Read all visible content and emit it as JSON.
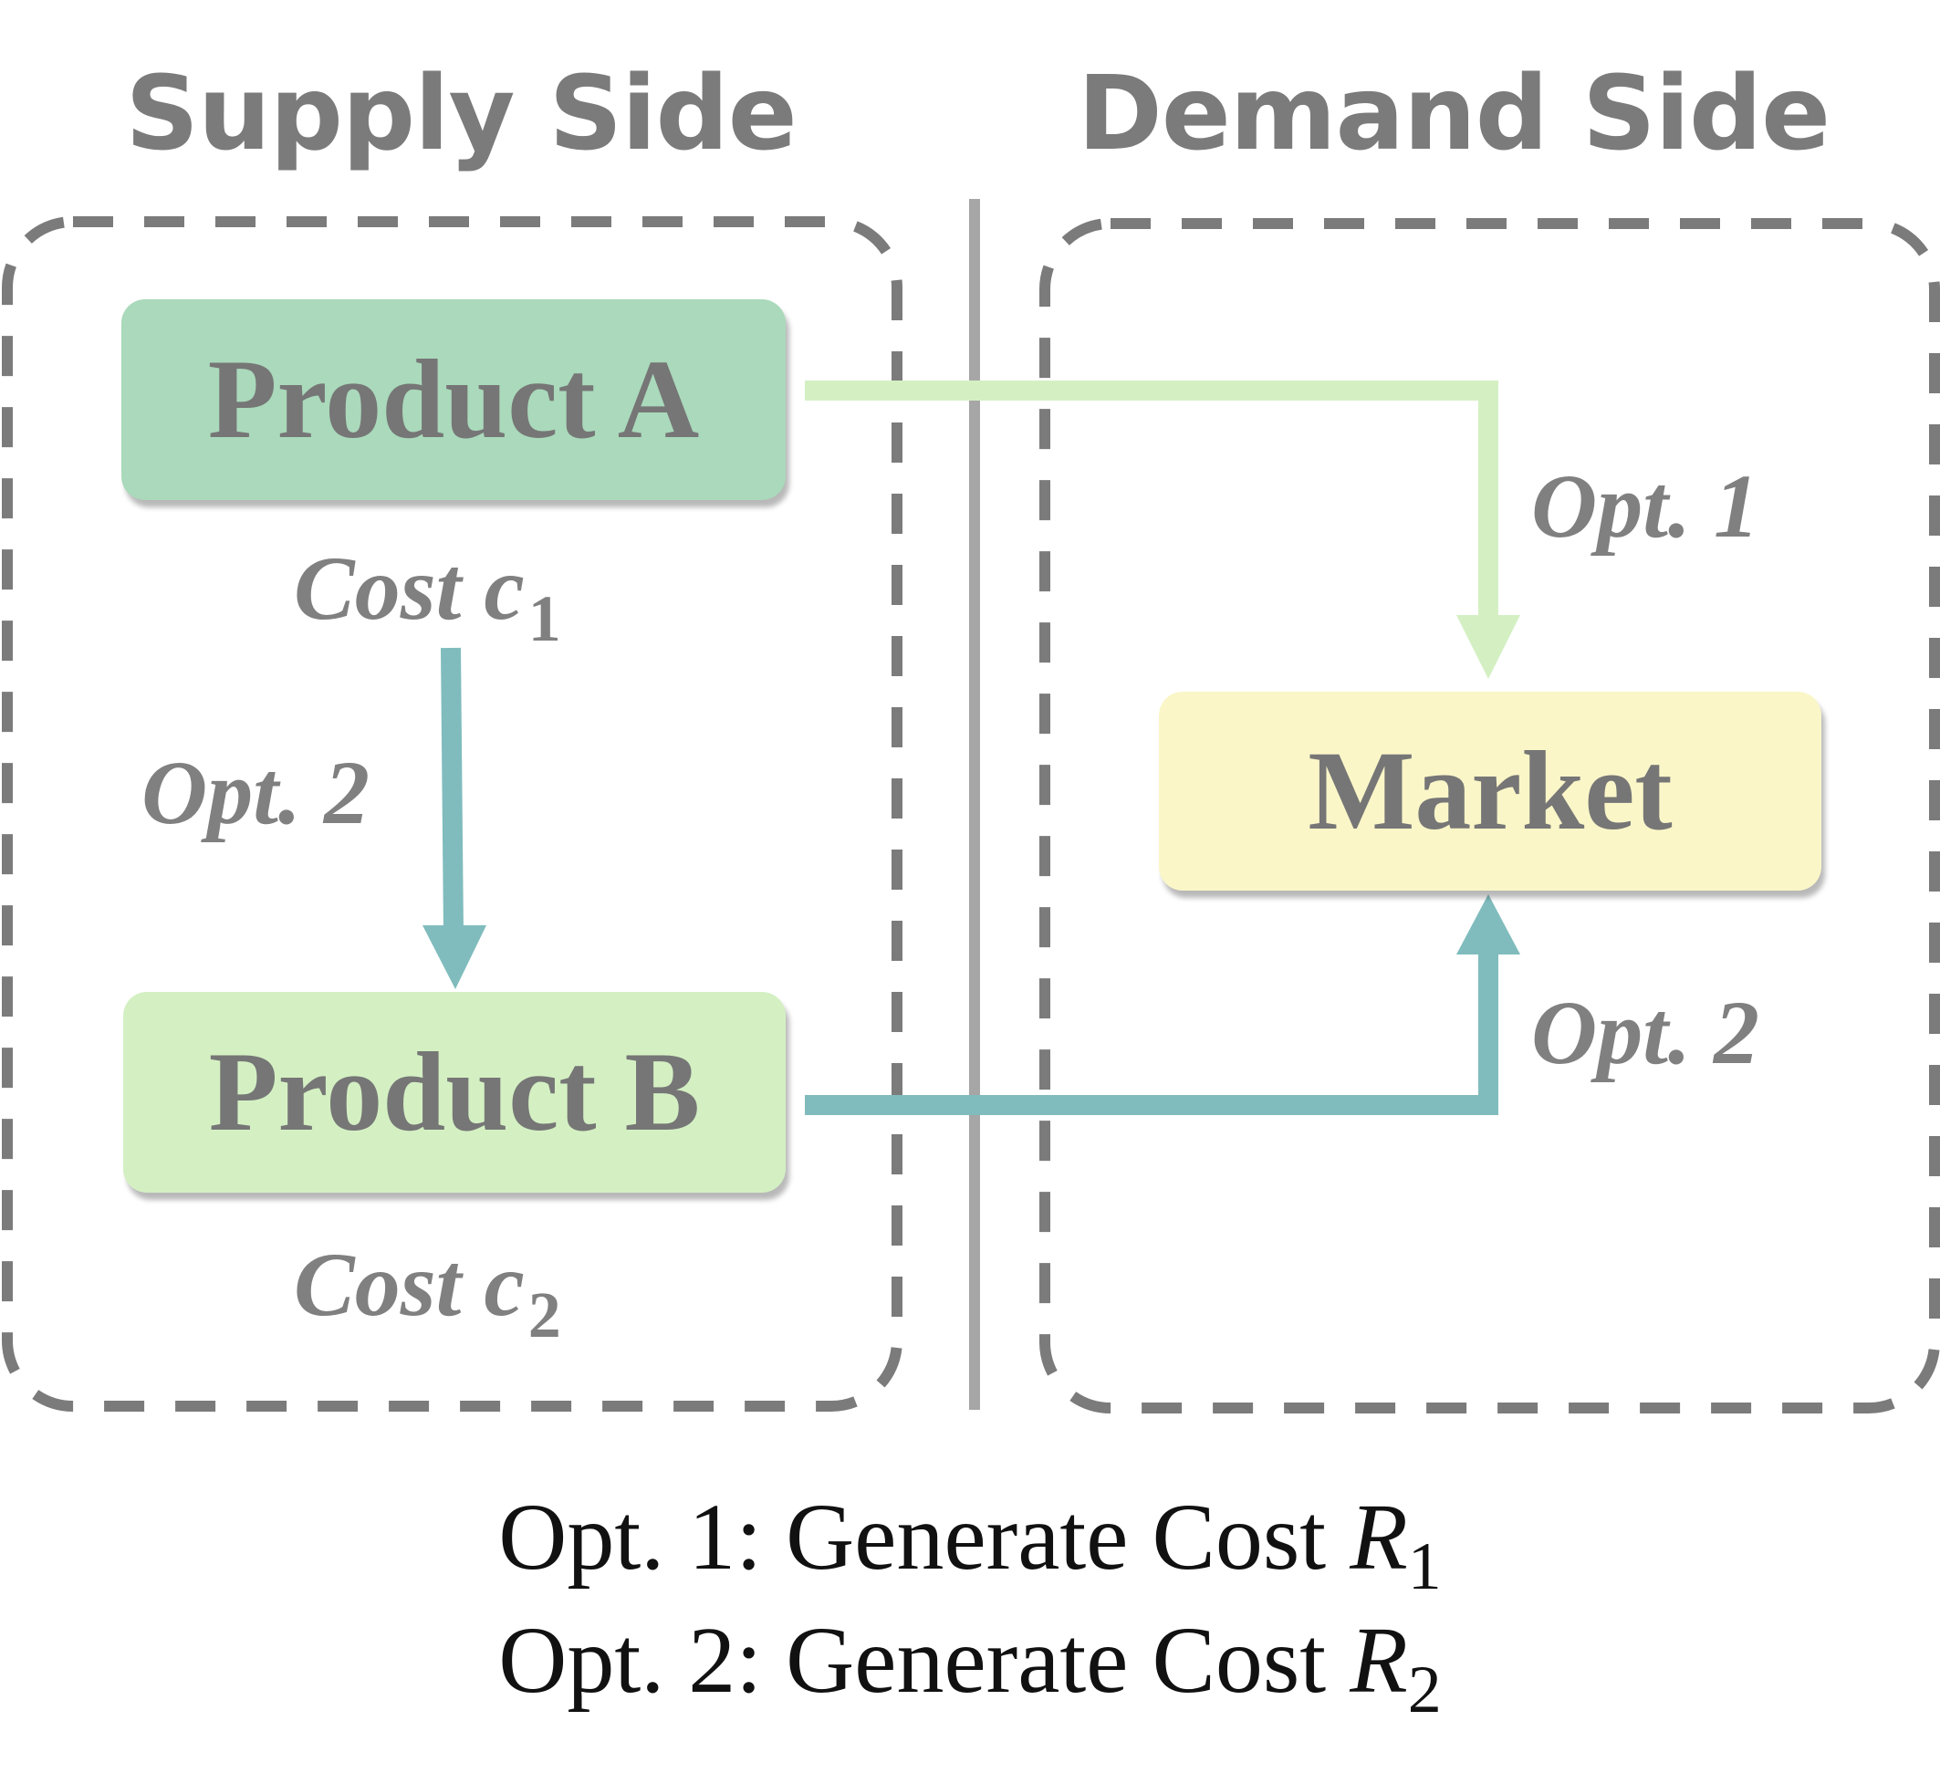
{
  "titles": {
    "supply": "Supply Side",
    "demand": "Demand Side"
  },
  "nodes": {
    "product_a": "Product A",
    "product_b": "Product B",
    "market": "Market"
  },
  "costs": {
    "c1_text": "Cost c",
    "c1_sub": "1",
    "c2_text": "Cost c",
    "c2_sub": "2"
  },
  "options": {
    "opt1_right": "Opt. 1",
    "opt2_left": "Opt. 2",
    "opt2_right": "Opt. 2"
  },
  "captions": {
    "line1_prefix": "Opt. 1: Generate Cost ",
    "line1_var": "R",
    "line1_sub": "1",
    "line2_prefix": "Opt. 2: Generate Cost ",
    "line2_var": "R",
    "line2_sub": "2"
  },
  "colors": {
    "product_a_fill": "#aad9bb",
    "product_b_fill": "#d4f0c3",
    "market_fill": "#faf6c8",
    "opt1_arrow": "#d4f0c3",
    "opt2_arrow": "#80bcbd",
    "dashed_border": "#7b7b7b",
    "divider": "#a6a6a6"
  }
}
